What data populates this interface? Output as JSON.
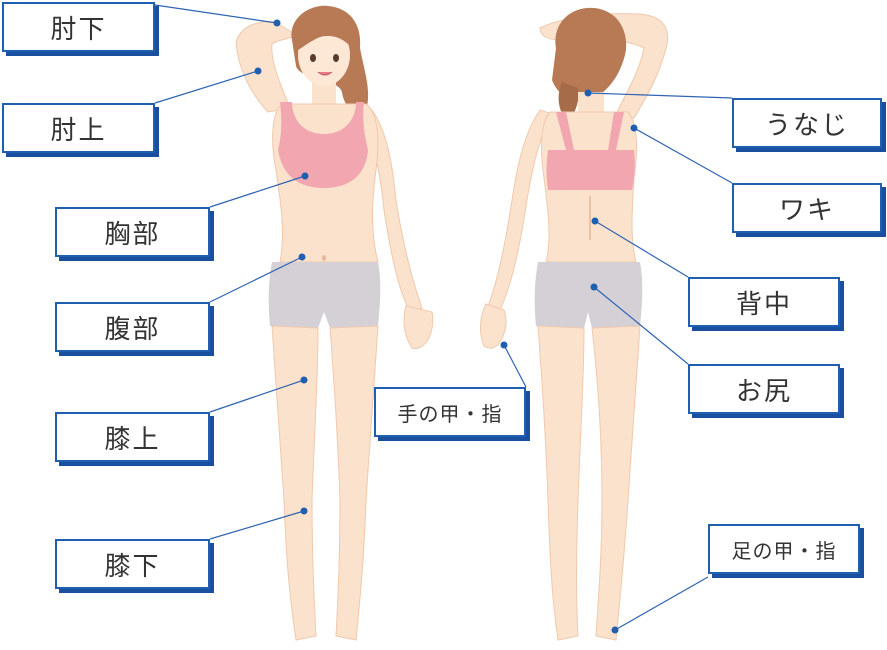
{
  "labels": {
    "hiji_shita": "肘下",
    "hiji_ue": "肘上",
    "kyobu": "胸部",
    "fukubu": "腹部",
    "hiza_ue": "膝上",
    "hiza_shita": "膝下",
    "te_no_kou": "手の甲・指",
    "unaji": "うなじ",
    "waki": "ワキ",
    "senaka": "背中",
    "oshiri": "お尻",
    "ashi_no_kou": "足の甲・指"
  },
  "colors": {
    "skin": "#fbe2cd",
    "skin_shade": "#f3cfb4",
    "hair": "#b77a55",
    "bra": "#f2a6b0",
    "shorts": "#d4d0d6",
    "accent": "#1f5fb0",
    "line": "#2f63b3"
  }
}
